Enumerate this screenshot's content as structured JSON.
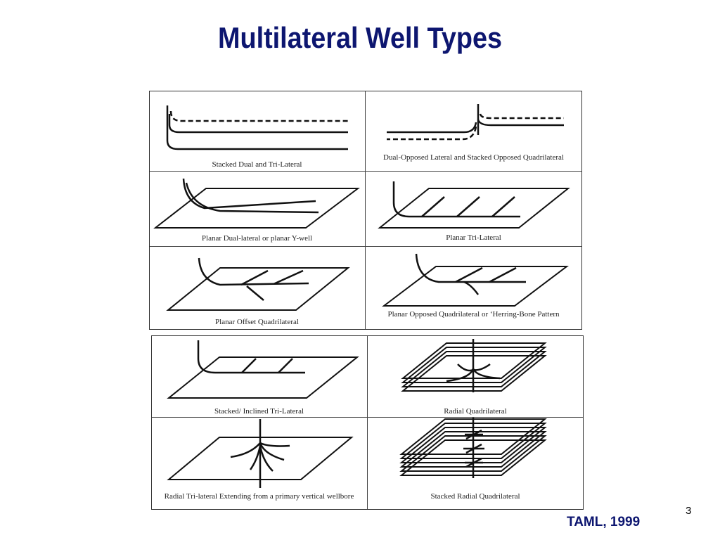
{
  "title": "Multilateral Well Types",
  "page_number": "3",
  "citation": "TAML, 1999",
  "panels": [
    {
      "id": "stacked-dual-tri",
      "caption": "Stacked Dual and Tri-Lateral"
    },
    {
      "id": "dual-opposed",
      "caption": "Dual-Opposed Lateral and Stacked Opposed Quadrilateral"
    },
    {
      "id": "planar-dual",
      "caption": "Planar Dual-lateral or planar Y-well"
    },
    {
      "id": "planar-tri",
      "caption": "Planar Tri-Lateral"
    },
    {
      "id": "planar-offset-quad",
      "caption": "Planar Offset Quadrilateral"
    },
    {
      "id": "herring-bone",
      "caption": "Planar Opposed Quadrilateral or ‘Herring-Bone Pattern"
    },
    {
      "id": "stacked-inclined-tri",
      "caption": "Stacked/ Inclined Tri-Lateral"
    },
    {
      "id": "radial-quad",
      "caption": "Radial Quadrilateral"
    },
    {
      "id": "radial-tri-vertical",
      "caption": "Radial Tri-lateral Extending from a primary vertical wellbore"
    },
    {
      "id": "stacked-radial-quad",
      "caption": "Stacked Radial Quadrilateral"
    }
  ]
}
